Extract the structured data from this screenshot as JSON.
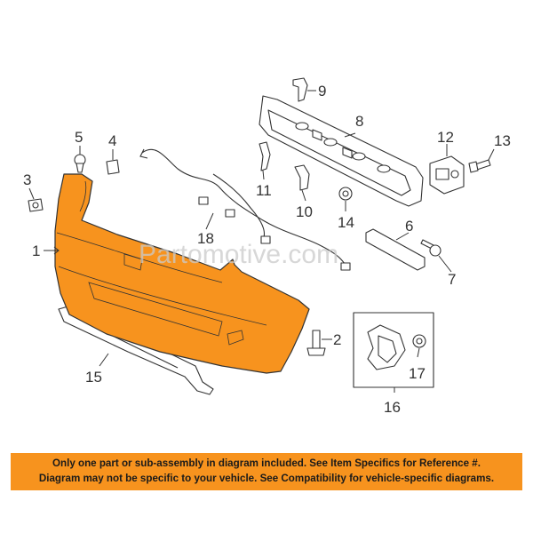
{
  "watermark": "Partomotive.com",
  "callouts": {
    "c1": "1",
    "c2": "2",
    "c3": "3",
    "c4": "4",
    "c5": "5",
    "c6": "6",
    "c7": "7",
    "c8": "8",
    "c9": "9",
    "c10": "10",
    "c11": "11",
    "c12": "12",
    "c13": "13",
    "c14": "14",
    "c15": "15",
    "c16": "16",
    "c17": "17",
    "c18": "18"
  },
  "colors": {
    "highlight_part": "#f7931e",
    "banner": "#f7931e",
    "line": "#333333"
  },
  "disclaimer": {
    "line1": "Only one part or sub-assembly in diagram included. See Item Specifics for Reference #.",
    "line2": "Diagram may not be specific to your vehicle. See Compatibility for vehicle-specific diagrams."
  }
}
